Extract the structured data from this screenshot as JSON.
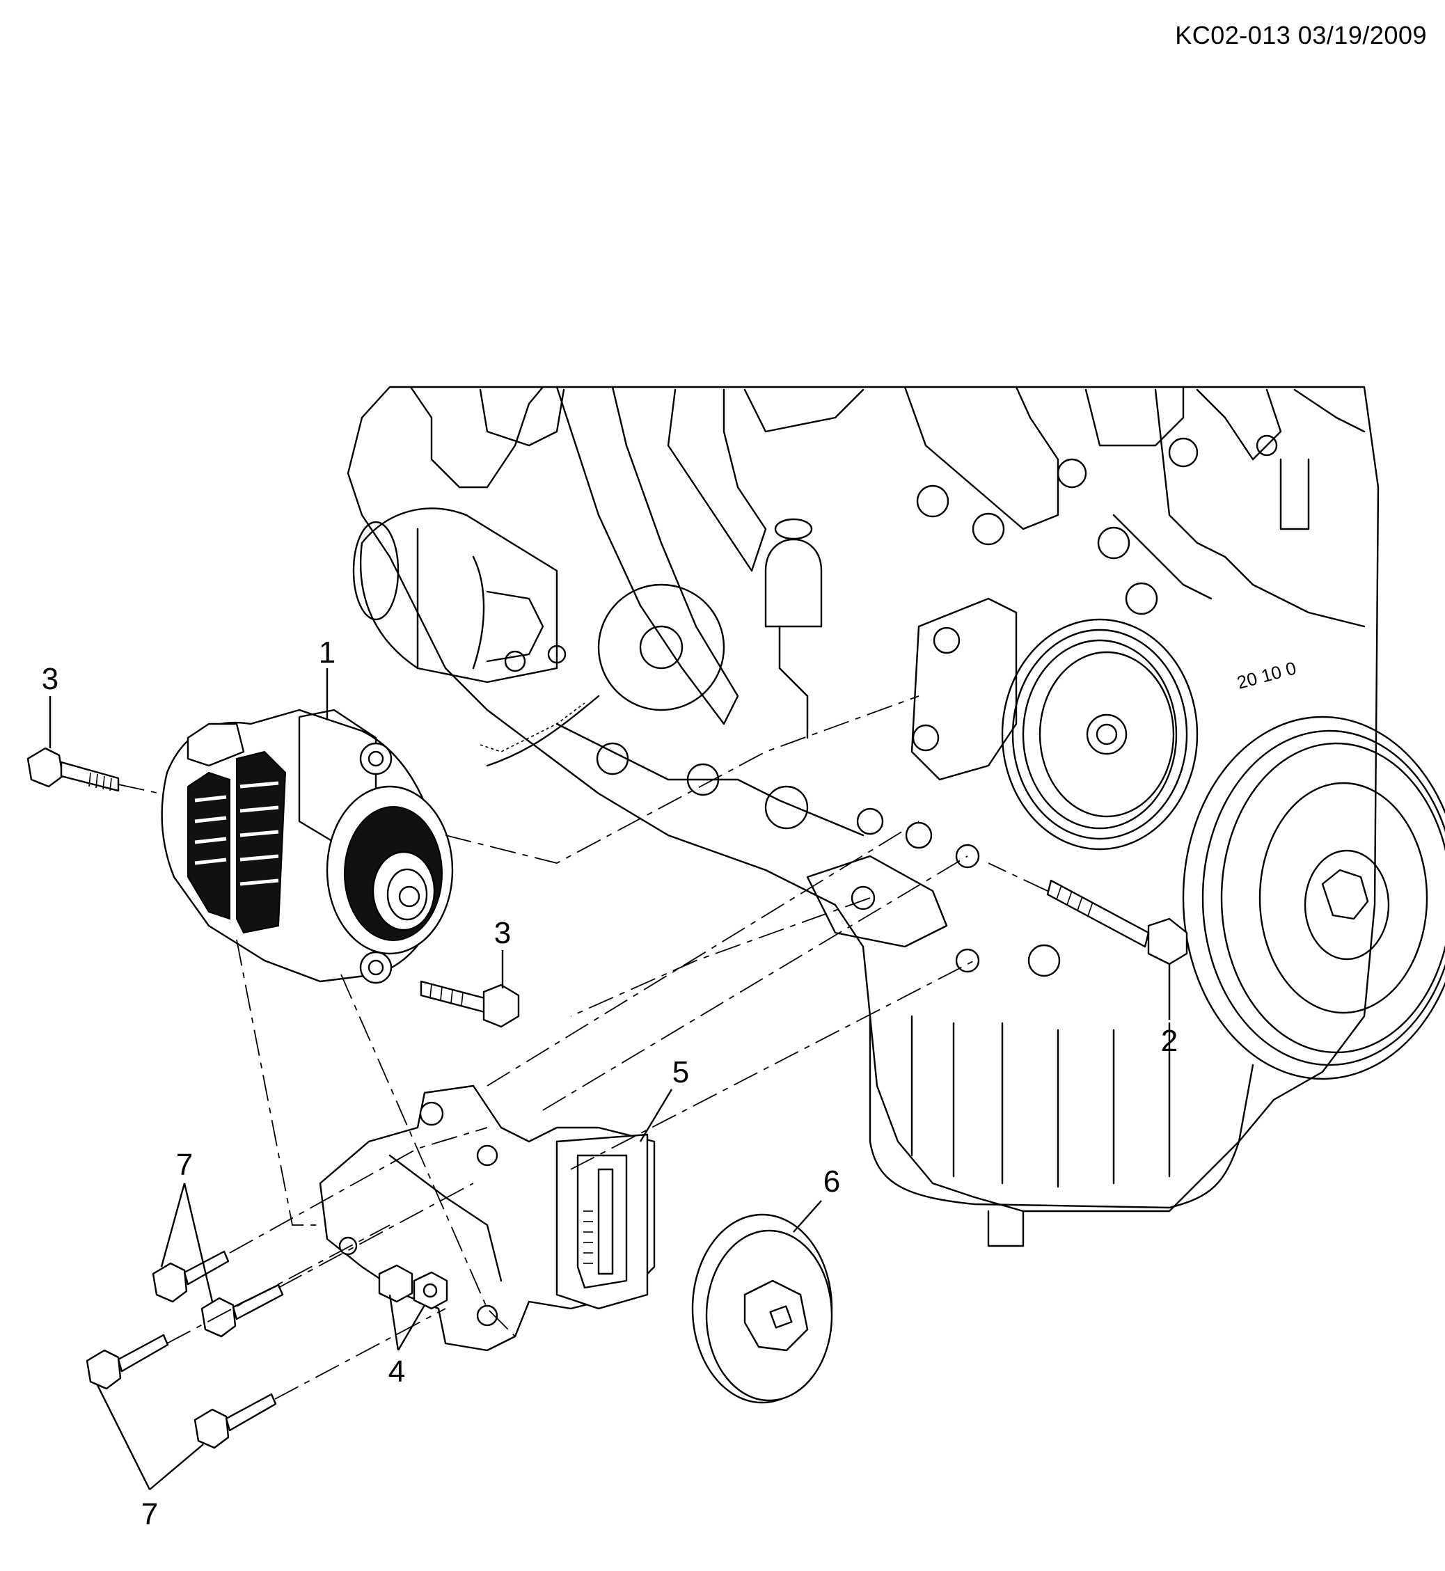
{
  "header": {
    "doc_id": "KC02-013 03/19/2009"
  },
  "callouts": {
    "part1": "1",
    "part2": "2",
    "part3a": "3",
    "part3b": "3",
    "part4": "4",
    "part5": "5",
    "part6": "6",
    "part7a": "7",
    "part7b": "7"
  },
  "engine_stamp": {
    "numbers": "20 10 0"
  }
}
